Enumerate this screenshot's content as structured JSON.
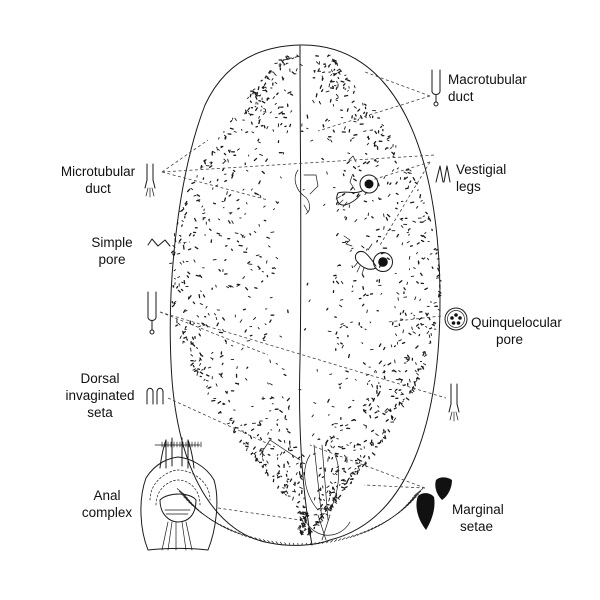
{
  "colors": {
    "ink": "#1a1a1a",
    "background": "#ffffff"
  },
  "labels": {
    "macrotubular_1": "Macrotubular",
    "macrotubular_2": "duct",
    "vestigial_1": "Vestigial",
    "vestigial_2": "legs",
    "quinq_1": "Quinquelocular",
    "quinq_2": "pore",
    "marginal_1": "Marginal",
    "marginal_2": "setae",
    "microtubular_1": "Microtubular",
    "microtubular_2": "duct",
    "simple_1": "Simple",
    "simple_2": "pore",
    "dorsal_1": "Dorsal",
    "dorsal_2": "invaginated",
    "dorsal_3": "seta",
    "anal_1": "Anal",
    "anal_2": "complex"
  }
}
